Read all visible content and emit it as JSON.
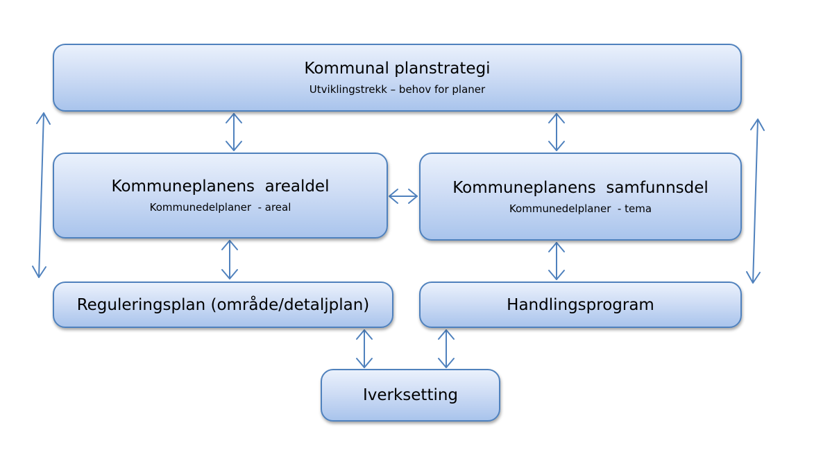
{
  "boxes": {
    "planstrategi": {
      "title": "Kommunal planstrategi",
      "subtitle": "Utviklingstrekk – behov for planer"
    },
    "arealdel": {
      "title": "Kommuneplanens  arealdel",
      "subtitle": "Kommunedelplaner  - areal"
    },
    "samfunnsdel": {
      "title": "Kommuneplanens  samfunnsdel",
      "subtitle": "Kommunedelplaner  - tema"
    },
    "reguleringsplan": {
      "title": "Reguleringsplan (område/detaljplan)"
    },
    "handlingsprogram": {
      "title": "Handlingsprogram"
    },
    "iverksetting": {
      "title": "Iverksetting"
    }
  },
  "colors": {
    "border": "#4f81bd",
    "fill_top": "#eaf1fc",
    "fill_bottom": "#a9c4ec",
    "arrow": "#4f81bd"
  }
}
